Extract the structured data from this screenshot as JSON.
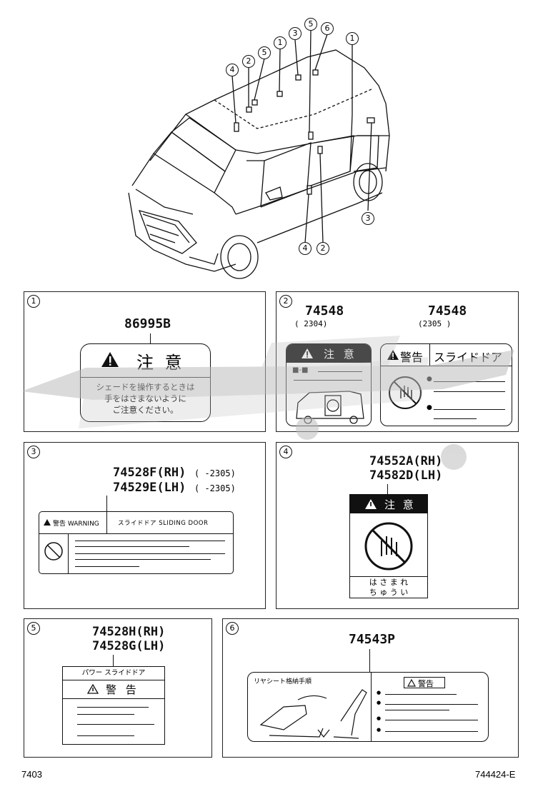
{
  "callouts": {
    "top": [
      "4",
      "2",
      "5",
      "1",
      "3",
      "5",
      "6",
      "1"
    ],
    "right": "3",
    "bottom": [
      "4",
      "2"
    ]
  },
  "panels": [
    {
      "num": "1",
      "part": "86995B",
      "label": {
        "header": "注 意",
        "lines": [
          "シェードを操作するときは",
          "手をはさまないように",
          "ご注意ください。"
        ]
      }
    },
    {
      "num": "2",
      "left": {
        "part": "74548",
        "range": "(        2304)",
        "header": "注 意",
        "marks": "■-■"
      },
      "right": {
        "part": "74548",
        "range": "(2305        )",
        "header_left": "警告",
        "header_right": "スライドドア"
      }
    },
    {
      "num": "3",
      "parts": [
        {
          "part": "74528F(RH)",
          "range": "(   -2305)"
        },
        {
          "part": "74529E(LH)",
          "range": "(   -2305)"
        }
      ],
      "label": {
        "header_left": "警告 WARNING",
        "header_right": "スライドドア  SLIDING DOOR"
      }
    },
    {
      "num": "4",
      "parts": [
        "74552A(RH)",
        "74582D(LH)"
      ],
      "label": {
        "header": "注 意",
        "footer_lines": [
          "は さ ま れ",
          "ち ゅ う い"
        ]
      }
    },
    {
      "num": "5",
      "parts": [
        "74528H(RH)",
        "74528G(LH)"
      ],
      "label": {
        "top": "パワー スライドドア",
        "header": "警 告"
      }
    },
    {
      "num": "6",
      "part": "74543P",
      "label": {
        "left_title": "リヤシート格納手順",
        "right_header": "警告"
      }
    }
  ],
  "footer": {
    "left": "7403",
    "right": "744424-E"
  }
}
